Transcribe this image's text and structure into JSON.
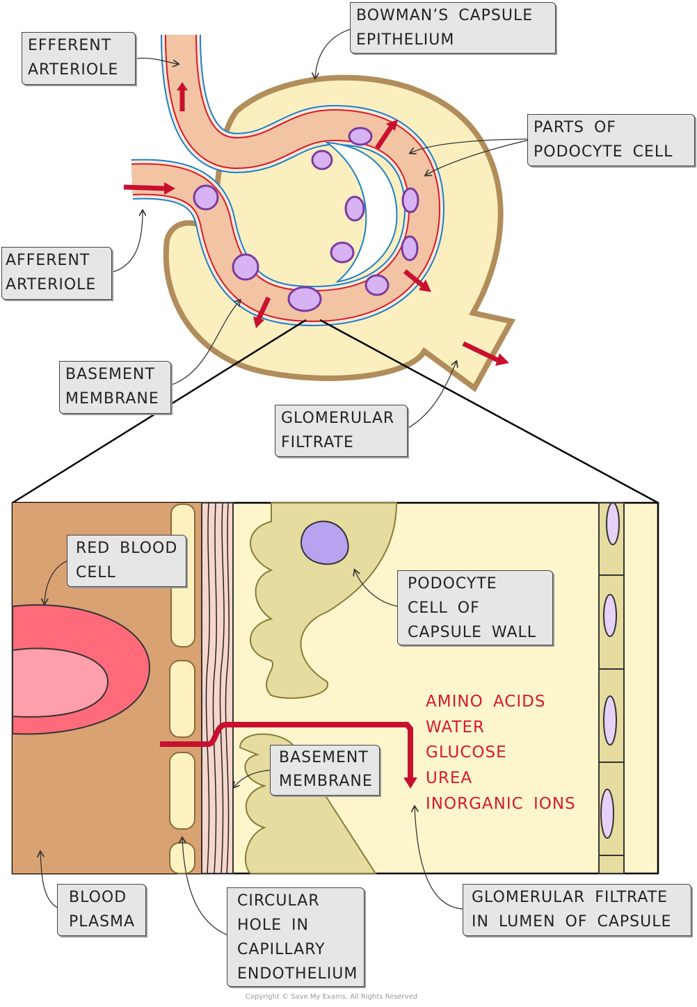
{
  "labels": {
    "efferent": [
      "EFFERENT",
      "ARTERIOLE"
    ],
    "bowmans": [
      "BOWMAN’S  CAPSULE",
      "EPITHELIUM"
    ],
    "podocyte_parts": [
      "PARTS  OF",
      "PODOCYTE  CELL"
    ],
    "afferent": [
      "AFFERENT",
      "ARTERIOLE"
    ],
    "basement_top": [
      "BASEMENT",
      "MEMBRANE"
    ],
    "filtrate_top": [
      "GLOMERULAR",
      "FILTRATE"
    ],
    "rbc": [
      "RED  BLOOD",
      "CELL"
    ],
    "podocyte_cell": [
      "PODOCYTE",
      "CELL  OF",
      "CAPSULE  WALL"
    ],
    "basement_bottom": [
      "BASEMENT",
      "MEMBRANE"
    ],
    "plasma": [
      "BLOOD",
      "PLASMA"
    ],
    "hole": [
      "CIRCULAR",
      "HOLE  IN",
      "CAPILLARY",
      "ENDOTHELIUM"
    ],
    "filtrate_lumen": [
      "GLOMERULAR  FILTRATE",
      "IN  LUMEN  OF  CAPSULE"
    ]
  },
  "filtrate_components": [
    "AMINO  ACIDS",
    "WATER",
    "GLUCOSE",
    "UREA",
    "INORGANIC  IONS"
  ],
  "copyright": "Copyright © Save My Exams. All Rights Reserved",
  "colors": {
    "capsule": "#fbefc0",
    "capsule_outline": "#b08d5a",
    "vessel": "#f2c4a4",
    "arrow": "#c8102e",
    "plasma": "#d9a272",
    "rbc": "#ff6b7a",
    "membrane": "#f6d6cc",
    "podocyte": "#e6dca0",
    "nucleus": "#b9a3f0",
    "text_red": "#d71a2a"
  }
}
